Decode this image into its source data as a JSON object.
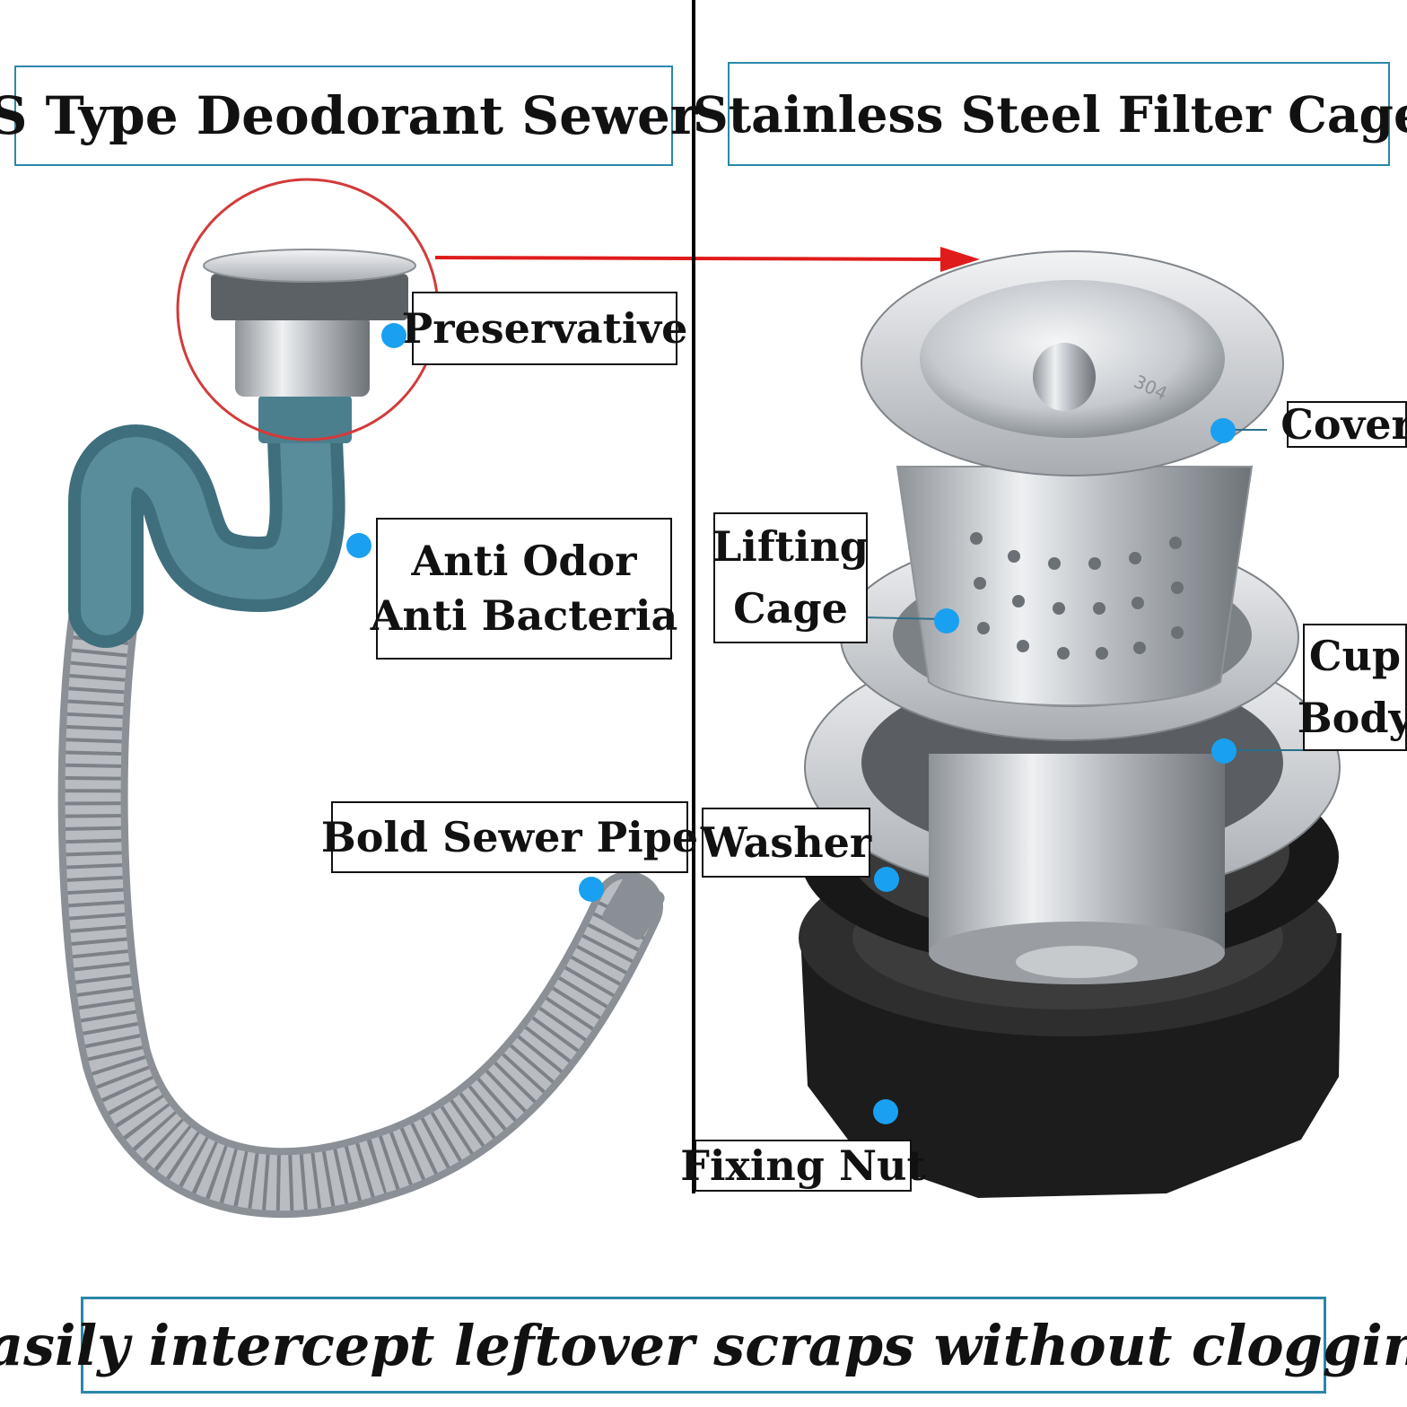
{
  "headings": {
    "left": "S Type Deodorant Sewer",
    "right": "Stainless Steel Filter Cage"
  },
  "left_labels": {
    "preservative": "Preservative",
    "anti_odor": "Anti Odor",
    "anti_bacteria": "Anti Bacteria",
    "bold_pipe": "Bold Sewer Pipe"
  },
  "right_labels": {
    "cover": "Cover",
    "lifting": "Lifting",
    "cage": "Cage",
    "cup": "Cup",
    "body": "Body",
    "washer": "Washer",
    "fixing_nut": "Fixing Nut"
  },
  "cover_stamp": "304",
  "footer": "Easily intercept leftover scraps without clogging",
  "colors": {
    "heading_border": "#2a88a8",
    "callout_dot": "#1aa0f0",
    "highlight_circle": "#d43a3a",
    "arrow": "#e01b1b",
    "trap_plastic": "#4a7c8a",
    "hose": "#a0a4aa",
    "steel": "#c9cdd2",
    "rubber": "#1b1b1b"
  }
}
